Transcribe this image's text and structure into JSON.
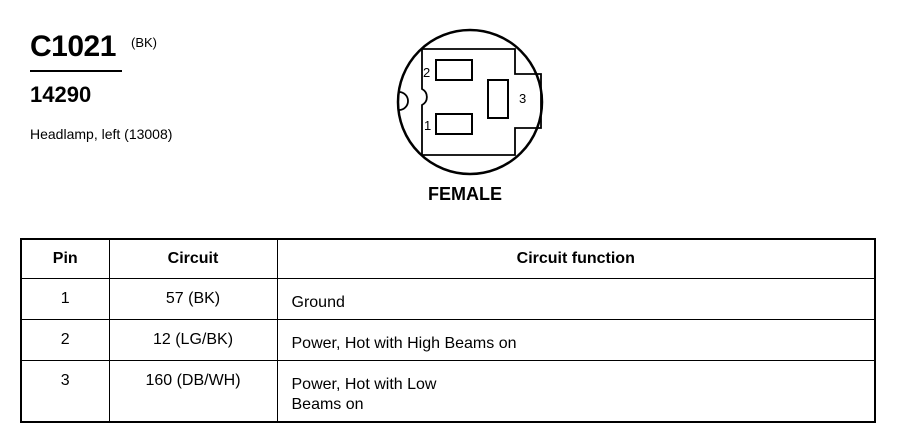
{
  "header": {
    "connector_id": "C1021",
    "connector_color": "(BK)",
    "part_number": "14290",
    "description": "Headlamp, left (13008)"
  },
  "diagram": {
    "pins": [
      {
        "number": "1"
      },
      {
        "number": "2"
      },
      {
        "number": "3"
      }
    ],
    "gender": "FEMALE"
  },
  "table": {
    "headers": {
      "pin": "Pin",
      "circuit": "Circuit",
      "function": "Circuit function"
    },
    "rows": [
      {
        "pin": "1",
        "circuit": "57 (BK)",
        "function_lines": [
          "Ground"
        ]
      },
      {
        "pin": "2",
        "circuit": "12 (LG/BK)",
        "function_lines": [
          "Power, Hot with High Beams on"
        ]
      },
      {
        "pin": "3",
        "circuit": "160 (DB/WH)",
        "function_lines": [
          "Power, Hot with Low",
          "Beams on"
        ]
      }
    ]
  }
}
